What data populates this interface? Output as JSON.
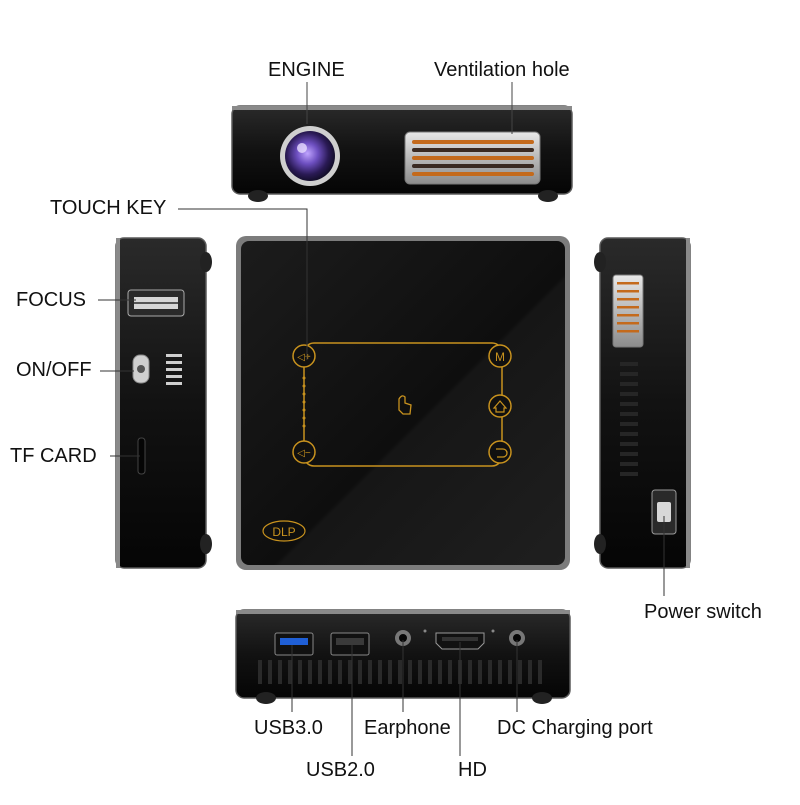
{
  "labels": {
    "engine": "ENGINE",
    "ventilation": "Ventilation hole",
    "touch_key": "TOUCH KEY",
    "focus": "FOCUS",
    "on_off": "ON/OFF",
    "tf_card": "TF CARD",
    "power_switch": "Power switch",
    "usb3": "USB3.0",
    "usb2": "USB2.0",
    "earphone": "Earphone",
    "hd": "HD",
    "dc_port": "DC Charging port"
  },
  "device": {
    "logo_text": "DLP",
    "key_glyphs": {
      "vol_up": "◁+",
      "vol_down": "◁−",
      "menu": "M"
    }
  },
  "colors": {
    "body": "#141414",
    "edge": "#9a9a9a",
    "accent_gold": "#c8921e",
    "lens": "#5a3f9a",
    "usb3_blue": "#1f5fd6",
    "line": "#333333"
  }
}
